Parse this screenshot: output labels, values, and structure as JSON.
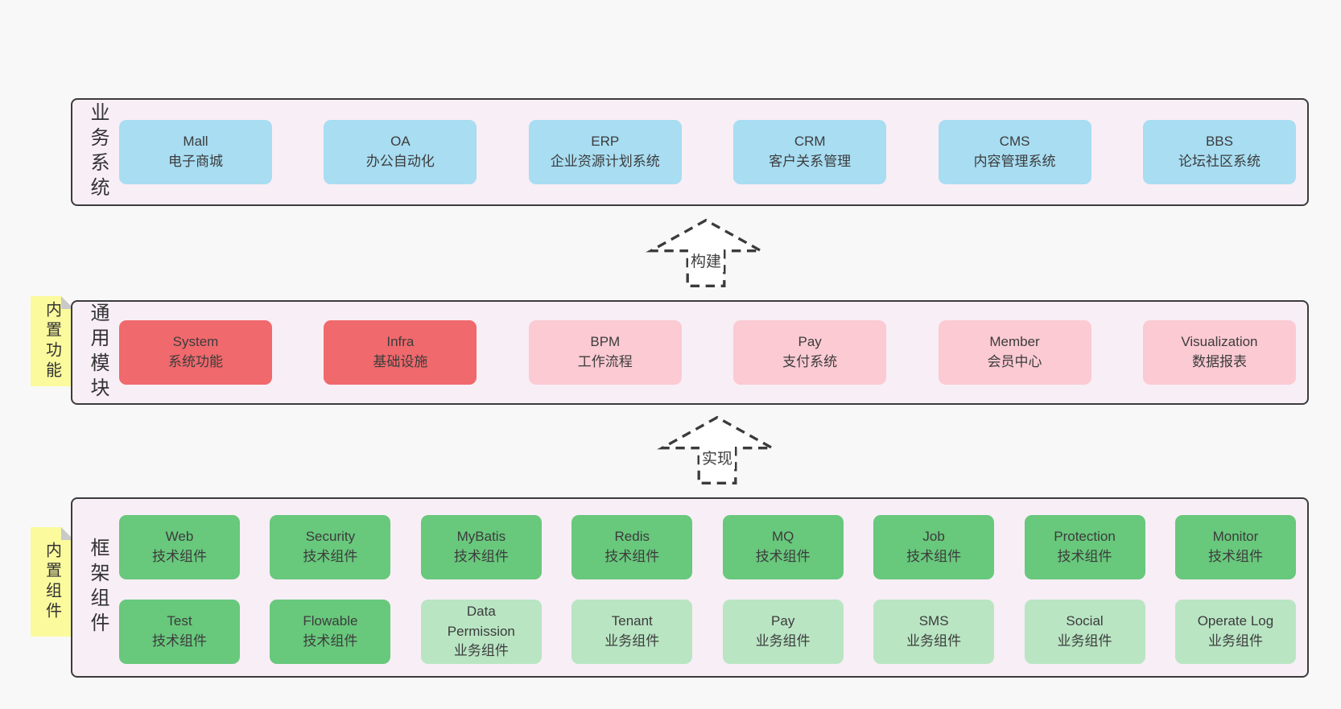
{
  "diagram": {
    "colors": {
      "page_bg": "#f8f8f8",
      "band_bg": "#f8eef6",
      "border": "#3c3c3c",
      "blue": "#a8ddf2",
      "red": "#f0696c",
      "pink": "#fbcad3",
      "green": "#68c87c",
      "lightgreen": "#b9e5c3",
      "sticky": "#fbfa9d",
      "arrow_stroke": "#3b3b3b"
    },
    "arrows": [
      {
        "label": "构建"
      },
      {
        "label": "实现"
      }
    ],
    "bands": [
      {
        "label": "业务系统",
        "rows": [
          [
            {
              "title": "Mall",
              "subtitle": "电子商城",
              "variant": "blue"
            },
            {
              "title": "OA",
              "subtitle": "办公自动化",
              "variant": "blue"
            },
            {
              "title": "ERP",
              "subtitle": "企业资源计划系统",
              "variant": "blue"
            },
            {
              "title": "CRM",
              "subtitle": "客户关系管理",
              "variant": "blue"
            },
            {
              "title": "CMS",
              "subtitle": "内容管理系统",
              "variant": "blue"
            },
            {
              "title": "BBS",
              "subtitle": "论坛社区系统",
              "variant": "blue"
            }
          ]
        ]
      },
      {
        "label": "通用模块",
        "sticky": "内置功能",
        "rows": [
          [
            {
              "title": "System",
              "subtitle": "系统功能",
              "variant": "red"
            },
            {
              "title": "Infra",
              "subtitle": "基础设施",
              "variant": "red"
            },
            {
              "title": "BPM",
              "subtitle": "工作流程",
              "variant": "pink"
            },
            {
              "title": "Pay",
              "subtitle": "支付系统",
              "variant": "pink"
            },
            {
              "title": "Member",
              "subtitle": "会员中心",
              "variant": "pink"
            },
            {
              "title": "Visualization",
              "subtitle": "数据报表",
              "variant": "pink"
            }
          ]
        ]
      },
      {
        "label": "框架组件",
        "sticky": "内置组件",
        "rows": [
          [
            {
              "title": "Web",
              "subtitle": "技术组件",
              "variant": "green"
            },
            {
              "title": "Security",
              "subtitle": "技术组件",
              "variant": "green"
            },
            {
              "title": "MyBatis",
              "subtitle": "技术组件",
              "variant": "green"
            },
            {
              "title": "Redis",
              "subtitle": "技术组件",
              "variant": "green"
            },
            {
              "title": "MQ",
              "subtitle": "技术组件",
              "variant": "green"
            },
            {
              "title": "Job",
              "subtitle": "技术组件",
              "variant": "green"
            },
            {
              "title": "Protection",
              "subtitle": "技术组件",
              "variant": "green"
            },
            {
              "title": "Monitor",
              "subtitle": "技术组件",
              "variant": "green"
            }
          ],
          [
            {
              "title": "Test",
              "subtitle": "技术组件",
              "variant": "green"
            },
            {
              "title": "Flowable",
              "subtitle": "技术组件",
              "variant": "green"
            },
            {
              "title": "Data Permission",
              "subtitle": "业务组件",
              "variant": "lightgreen"
            },
            {
              "title": "Tenant",
              "subtitle": "业务组件",
              "variant": "lightgreen"
            },
            {
              "title": "Pay",
              "subtitle": "业务组件",
              "variant": "lightgreen"
            },
            {
              "title": "SMS",
              "subtitle": "业务组件",
              "variant": "lightgreen"
            },
            {
              "title": "Social",
              "subtitle": "业务组件",
              "variant": "lightgreen"
            },
            {
              "title": "Operate Log",
              "subtitle": "业务组件",
              "variant": "lightgreen"
            }
          ]
        ]
      }
    ]
  }
}
